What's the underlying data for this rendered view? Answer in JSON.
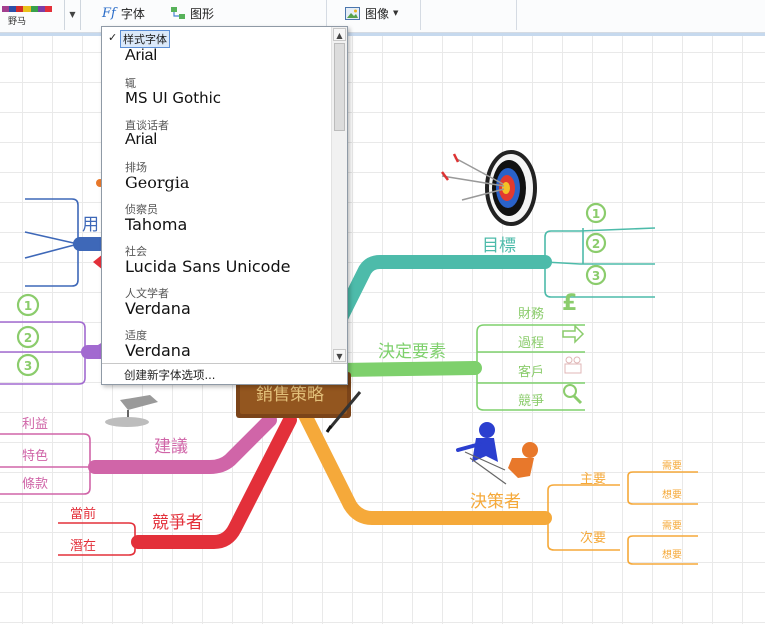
{
  "toolbar": {
    "style_label": "野马",
    "font_button": "字体",
    "font_icon_text": "Ff",
    "shape_button": "图形",
    "image_button": "图像"
  },
  "font_menu": {
    "items": [
      {
        "category": "样式字体",
        "font": "Arial",
        "checked": true
      },
      {
        "category": "辄",
        "font": "MS UI Gothic"
      },
      {
        "category": "直谈话者",
        "font": "Arial"
      },
      {
        "category": "排场",
        "font": "Georgia"
      },
      {
        "category": "侦察员",
        "font": "Tahoma"
      },
      {
        "category": "社会",
        "font": "Lucida Sans Unicode"
      },
      {
        "category": "人文学者",
        "font": "Verdana"
      },
      {
        "category": "适度",
        "font": "Verdana"
      }
    ],
    "create_option": "创建新字体选项...",
    "check_mark": "✓"
  },
  "mindmap": {
    "central": "銷售策略",
    "right_top": {
      "label": "目標",
      "children": [
        "1",
        "2",
        "3"
      ],
      "color": "#4dbbaa"
    },
    "right_mid": {
      "label": "決定要素",
      "children": [
        "財務",
        "過程",
        "客戶",
        "競爭"
      ],
      "color": "#7ed06c"
    },
    "right_bottom": {
      "label": "決策者",
      "color": "#f5a93a",
      "children": [
        {
          "label": "主要",
          "children": [
            "需要",
            "想要"
          ]
        },
        {
          "label": "次要",
          "children": [
            "需要",
            "想要"
          ]
        }
      ]
    },
    "left_top": {
      "label": "用",
      "color": "#3e68b8"
    },
    "left_mid": {
      "children": [
        "1",
        "2",
        "3"
      ],
      "color": "#a26ad0"
    },
    "left_suggest": {
      "label": "建議",
      "children": [
        "利益",
        "特色",
        "條款"
      ],
      "color": "#d065a8"
    },
    "left_competitor": {
      "label": "競爭者",
      "children": [
        "當前",
        "潛在"
      ],
      "color": "#e3303a"
    }
  },
  "icons": {
    "pound_sign": "£"
  }
}
